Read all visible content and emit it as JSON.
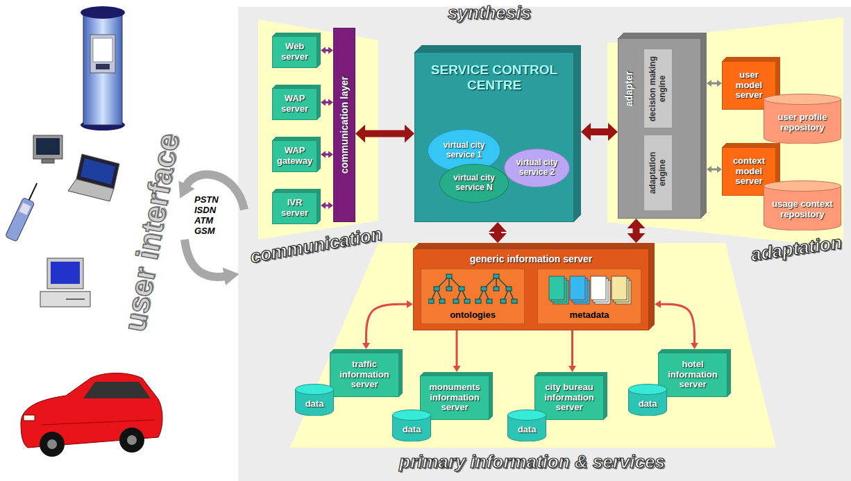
{
  "diagram": {
    "nodes": [
      {
        "text": [
          "Web server"
        ]
      },
      {
        "text": [
          "WAP server"
        ]
      },
      {
        "text": [
          "WAP gateway"
        ]
      },
      {
        "text": [
          "IVR server"
        ]
      },
      {
        "text": [
          "communication layer"
        ]
      },
      {
        "text": [
          "SERVICE CONTROL CENTRE"
        ]
      },
      {
        "text": [
          "virtual city service 1"
        ],
        "in": 5
      },
      {
        "text": [
          "virtual city service 2"
        ],
        "in": 5
      },
      {
        "text": [
          "virtual city service N"
        ],
        "in": 5
      },
      {
        "text": [
          "adapter"
        ]
      },
      {
        "text": [
          "decision making engine"
        ],
        "in": 9
      },
      {
        "text": [
          "adaptation engine"
        ],
        "in": 9
      },
      {
        "text": [
          "user model server"
        ]
      },
      {
        "text": [
          "user profile repository"
        ]
      },
      {
        "text": [
          "context model server"
        ]
      },
      {
        "text": [
          "usage context repository"
        ]
      },
      {
        "text": [
          "generic information server"
        ]
      },
      {
        "text": [
          "ontologies"
        ],
        "in": 16
      },
      {
        "text": [
          "metadata"
        ],
        "in": 16
      },
      {
        "text": [
          "traffic information server"
        ]
      },
      {
        "text": [
          "data"
        ]
      },
      {
        "text": [
          "monuments information server"
        ]
      },
      {
        "text": [
          "data"
        ]
      },
      {
        "text": [
          "city bureau information server"
        ]
      },
      {
        "text": [
          "data"
        ]
      },
      {
        "text": [
          "hotel information server"
        ]
      },
      {
        "text": [
          "data"
        ]
      }
    ],
    "edges": [
      {
        "from": 0,
        "to": 4,
        "arrow": "both"
      },
      {
        "from": 1,
        "to": 4,
        "arrow": "both"
      },
      {
        "from": 2,
        "to": 4,
        "arrow": "both"
      },
      {
        "from": 3,
        "to": 4,
        "arrow": "both"
      },
      {
        "from": 4,
        "to": 5,
        "arrow": "both"
      },
      {
        "from": 5,
        "to": 9,
        "arrow": "both"
      },
      {
        "from": 9,
        "to": 12,
        "arrow": "both"
      },
      {
        "from": 9,
        "to": 14,
        "arrow": "both"
      },
      {
        "from": 5,
        "to": 16,
        "arrow": "both"
      },
      {
        "from": 9,
        "to": 16,
        "arrow": "both"
      },
      {
        "from": 16,
        "to": 19,
        "arrow": "both"
      },
      {
        "from": 17,
        "to": 21,
        "arrow": "both"
      },
      {
        "from": 18,
        "to": 23,
        "arrow": "both"
      },
      {
        "from": 16,
        "to": 25,
        "arrow": "both"
      }
    ],
    "labels": [
      "synthesis",
      "communication",
      "adaptation",
      "primary information & services",
      "user interface",
      "PSTN",
      "ISDN",
      "ATM",
      "GSM"
    ]
  }
}
